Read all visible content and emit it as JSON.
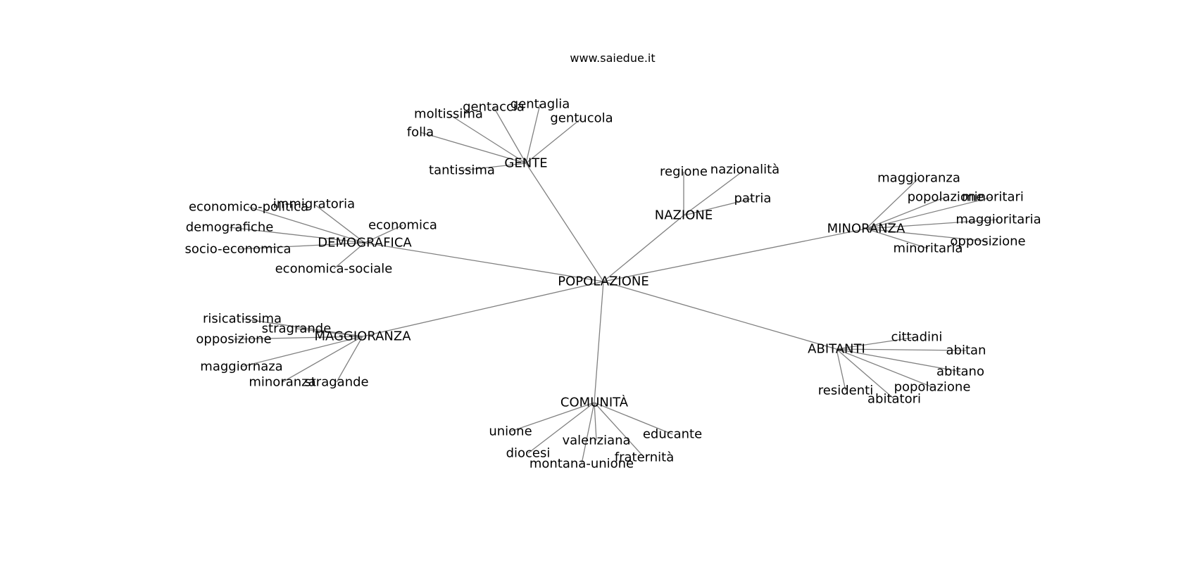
{
  "caption": "www.saiedue.it",
  "graph": {
    "root": "POPOLAZIONE",
    "hubs": [
      {
        "label": "GENTE",
        "leaves": [
          "gentaccia",
          "gentaglia",
          "moltissima",
          "gentucola",
          "folla",
          "tantissima"
        ]
      },
      {
        "label": "NAZIONE",
        "leaves": [
          "regione",
          "nazionalità",
          "patria"
        ]
      },
      {
        "label": "MINORANZA",
        "leaves": [
          "maggioranza",
          "popolazione",
          "minoritari",
          "maggioritaria",
          "opposizione",
          "minoritaria"
        ]
      },
      {
        "label": "DEMOGRAFICA",
        "leaves": [
          "immigratoria",
          "economico-politica",
          "demografiche",
          "economica",
          "socio-economica",
          "economica-sociale"
        ]
      },
      {
        "label": "MAGGIORANZA",
        "leaves": [
          "risicatissima",
          "stragrande",
          "opposizione",
          "maggiornaza",
          "minoranza",
          "stragande"
        ]
      },
      {
        "label": "ABITANTI",
        "leaves": [
          "cittadini",
          "abitan",
          "abitano",
          "popolazione",
          "residenti",
          "abitatori"
        ]
      },
      {
        "label": "COMUNITÀ",
        "leaves": [
          "unione",
          "educante",
          "valenziana",
          "diocesi",
          "fraternità",
          "montana-unione"
        ]
      }
    ]
  }
}
